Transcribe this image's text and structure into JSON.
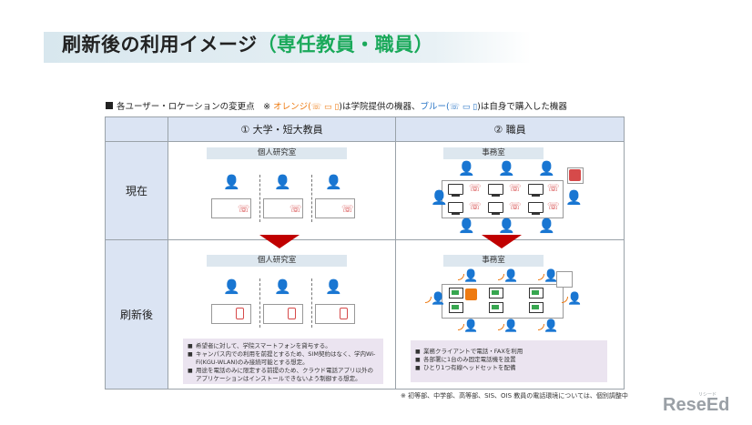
{
  "slide": {
    "title_main": "刷新後の利用イメージ",
    "title_sub": "（専任教員・職員）"
  },
  "legend": {
    "prefix": "各ユーザー・ロケーションの変更点　※",
    "orange_label": "オレンジ(",
    "orange_icons": "☏ ▭ ▯",
    "middle": ")は学院提供の機器、",
    "blue_label": "ブルー(",
    "blue_icons": "☏ ▭ ▯",
    "suffix": ")は自身で購入した機器"
  },
  "table": {
    "col1_header": "① 大学・短大教員",
    "col2_header": "② 職員",
    "row1_label": "現在",
    "row2_label": "刷新後",
    "room_teacher": "個人研究室",
    "room_staff": "事務室"
  },
  "notes_teacher": [
    "希望者に対して、学院スマートフォンを貸与する。",
    "キャンパス内での利用を前提とするため、SIM契約はなく、学内Wi-Fi(KGU-WLAN)のみ接続可能とする想定。",
    "用途を電話のみに限定する前提のため、クラウド電話アプリ以外のアプリケーションはインストールできないよう制御する想定。"
  ],
  "notes_staff": [
    "業務クライアントで電話・FAXを利用",
    "各部署に1台のみ固定電話機を設置",
    "ひとり1つ有線ヘッドセットを配備"
  ],
  "footnote": "※ 初等部、中学部、高等部、SIS、OIS 教員の電話環境については、個別調整中",
  "logo": {
    "text": "ReseEd",
    "sub": "リシード"
  },
  "colors": {
    "accent_green": "#1aa95a",
    "orange": "#ee7a11",
    "blue": "#2a76c6",
    "header_bg": "#dbe4f3",
    "arrow_red": "#c00000"
  }
}
